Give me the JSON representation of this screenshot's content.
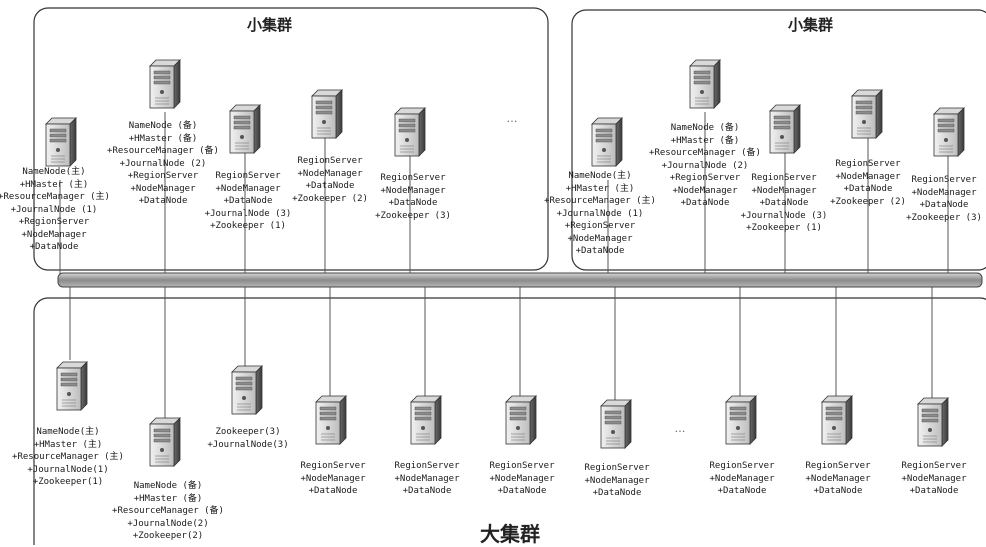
{
  "clusters": {
    "small_left": "小集群",
    "small_right": "小集群",
    "big": "大集群"
  },
  "ellipsis": "…",
  "nodes": {
    "sl_nn_main": [
      "NameNode(主)",
      "+HMaster (主)",
      "+ResourceManager (主)",
      "+JournalNode (1)",
      "+RegionServer",
      "+NodeManager",
      "+DataNode"
    ],
    "sl_nn_standby": [
      "NameNode (备)",
      "+HMaster (备)",
      "+ResourceManager (备)",
      "+JournalNode (2)",
      "+RegionServer",
      "+NodeManager",
      "+DataNode"
    ],
    "sl_rs_jn3": [
      "RegionServer",
      "+NodeManager",
      "+DataNode",
      "+JournalNode (3)",
      "+Zookeeper (1)"
    ],
    "sl_rs_zk2": [
      "RegionServer",
      "+NodeManager",
      "+DataNode",
      "+Zookeeper (2)"
    ],
    "sl_rs_zk3": [
      "RegionServer",
      "+NodeManager",
      "+DataNode",
      "+Zookeeper (3)"
    ],
    "sr_nn_main": [
      "NameNode(主)",
      "+HMaster (主)",
      "+ResourceManager (主)",
      "+JournalNode (1)",
      "+RegionServer",
      "+NodeManager",
      "+DataNode"
    ],
    "sr_nn_standby": [
      "NameNode (备)",
      "+HMaster (备)",
      "+ResourceManager (备)",
      "+JournalNode (2)",
      "+RegionServer",
      "+NodeManager",
      "+DataNode"
    ],
    "sr_rs_jn3": [
      "RegionServer",
      "+NodeManager",
      "+DataNode",
      "+JournalNode (3)",
      "+Zookeeper (1)"
    ],
    "sr_rs_zk2": [
      "RegionServer",
      "+NodeManager",
      "+DataNode",
      "+Zookeeper (2)"
    ],
    "sr_rs_zk3": [
      "RegionServer",
      "+NodeManager",
      "+DataNode",
      "+Zookeeper (3)"
    ],
    "b_nn_main": [
      "NameNode(主)",
      "+HMaster (主)",
      "+ResourceManager (主)",
      "+JournalNode(1)",
      "+Zookeeper(1)"
    ],
    "b_nn_standby": [
      "NameNode (备)",
      "+HMaster (备)",
      "+ResourceManager (备)",
      "+JournalNode(2)",
      "+Zookeeper(2)"
    ],
    "b_zk3": [
      "Zookeeper(3)",
      "+JournalNode(3)"
    ],
    "b_rs1": [
      "RegionServer",
      "+NodeManager",
      "+DataNode"
    ],
    "b_rs2": [
      "RegionServer",
      "+NodeManager",
      "+DataNode"
    ],
    "b_rs3": [
      "RegionServer",
      "+NodeManager",
      "+DataNode"
    ],
    "b_rs4": [
      "RegionServer",
      "+NodeManager",
      "+DataNode"
    ],
    "b_rs5": [
      "RegionServer",
      "+NodeManager",
      "+DataNode"
    ],
    "b_rs6": [
      "RegionServer",
      "+NodeManager",
      "+DataNode"
    ],
    "b_rs7": [
      "RegionServer",
      "+NodeManager",
      "+DataNode"
    ]
  }
}
